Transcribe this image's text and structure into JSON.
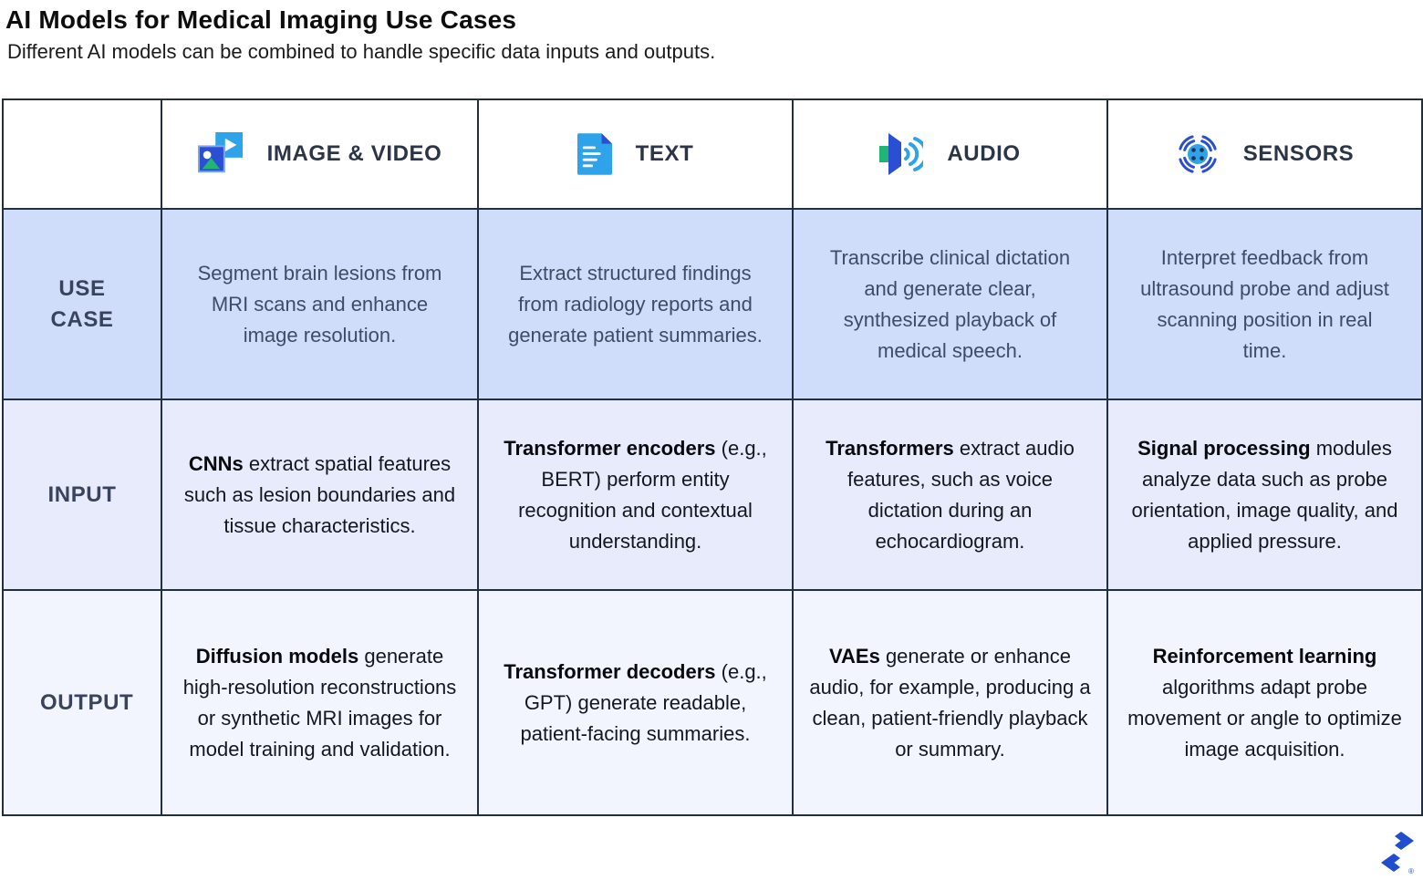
{
  "page": {
    "title": "AI Models for Medical Imaging Use Cases",
    "subtitle": "Different AI models can be combined to handle specific data inputs and outputs."
  },
  "table": {
    "columns": [
      {
        "label": "IMAGE & VIDEO",
        "icon": "image-video-icon"
      },
      {
        "label": "TEXT",
        "icon": "text-document-icon"
      },
      {
        "label": "AUDIO",
        "icon": "audio-speaker-icon"
      },
      {
        "label": "SENSORS",
        "icon": "sensors-icon"
      }
    ],
    "rows": [
      {
        "label": "USE CASE",
        "cells": [
          {
            "lead": "",
            "rest": "Segment brain lesions from MRI scans and enhance image resolution."
          },
          {
            "lead": "",
            "rest": "Extract structured findings from radiology reports and generate patient summaries."
          },
          {
            "lead": "",
            "rest": "Transcribe clinical dictation and generate clear, synthesized playback of medical speech."
          },
          {
            "lead": "",
            "rest": "Interpret feedback from ultrasound probe and adjust scanning position in real time."
          }
        ]
      },
      {
        "label": "INPUT",
        "cells": [
          {
            "lead": "CNNs",
            "rest": " extract spatial features such as lesion boundaries and tissue characteristics."
          },
          {
            "lead": "Transformer encoders",
            "rest": " (e.g., BERT) perform entity recognition and contextual understanding."
          },
          {
            "lead": "Transformers",
            "rest": " extract audio features, such as voice dictation during an echocardiogram."
          },
          {
            "lead": "Signal processing",
            "rest": " modules analyze data such as probe orientation, image quality, and applied pressure."
          }
        ]
      },
      {
        "label": "OUTPUT",
        "cells": [
          {
            "lead": "Diffusion models",
            "rest": " generate high-resolution reconstructions or synthetic MRI images for model training and validation."
          },
          {
            "lead": "Transformer decoders",
            "rest": " (e.g., GPT) generate readable, patient-facing summaries."
          },
          {
            "lead": "VAEs",
            "rest": " generate or enhance audio, for example, producing a clean, patient-friendly playback or summary."
          },
          {
            "lead": "Reinforcement learning",
            "rest": " algorithms adapt probe movement or angle to optimize image acquisition."
          }
        ]
      }
    ]
  },
  "footer": {
    "logo": "toptal-logo"
  },
  "colors": {
    "border": "#232e3f",
    "brand_blue": "#204ecf",
    "royal_blue": "#2b4fd2",
    "sky_blue": "#2fa3e9",
    "green": "#21b573",
    "row_use_case_bg": "#cfdcfa",
    "row_input_bg": "#e7ebfc",
    "row_output_bg": "#f2f5fd",
    "header_text": "#2b3547",
    "use_case_text": "#3f4c66"
  }
}
